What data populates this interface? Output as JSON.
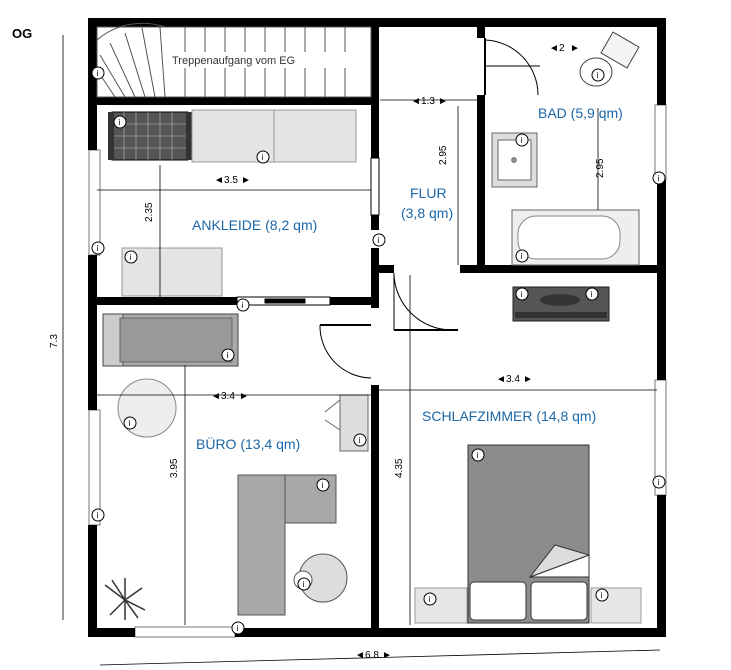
{
  "floor_label": "OG",
  "stairs_label": "Treppenaufgang vom EG",
  "rooms": {
    "ankleide": "ANKLEIDE (8,2 qm)",
    "flur_line1": "FLUR",
    "flur_line2": "(3,8 qm)",
    "bad": "BAD (5,9 qm)",
    "buero": "BÜRO (13,4 qm)",
    "schlafzimmer": "SCHLAFZIMMER (14,8 qm)"
  },
  "dimensions": {
    "bath_small": "2",
    "flur_width": "1.3",
    "flur_height": "2.95",
    "bad_height": "2.95",
    "ankleide_width": "3.5",
    "ankleide_height": "2.35",
    "buero_width": "3.4",
    "buero_height": "3.95",
    "schlaf_width": "3.4",
    "schlaf_height": "4.35",
    "total_height": "7.3",
    "total_width": "6.8"
  },
  "colors": {
    "wall": "#000000",
    "room_label": "#1b67a8",
    "furniture_fill": "#e4e4e4",
    "bed_fill": "#8c8c8c",
    "desk_fill": "#a8a8a8"
  },
  "icons": {
    "info": "info-circle-icon",
    "window": "window-icon",
    "door": "door-swing-icon",
    "plant": "plant-icon",
    "sink": "sink-icon",
    "toilet": "toilet-icon",
    "bathtub": "bathtub-icon",
    "chair": "office-chair-icon"
  }
}
